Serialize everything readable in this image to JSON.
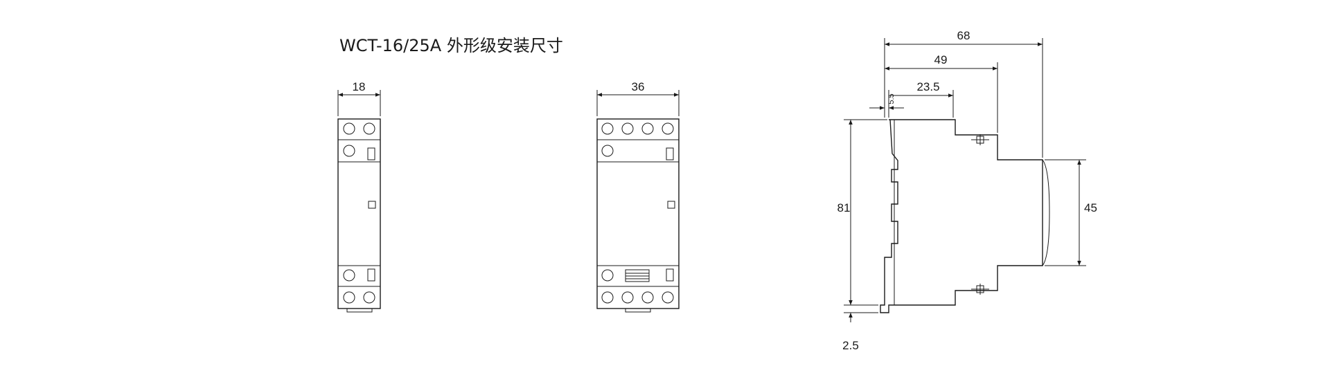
{
  "title": "WCT-16/25A 外形级安装尺寸",
  "dimensions": {
    "width_1p": "18",
    "width_2p": "36",
    "depth_total": "68",
    "depth_49": "49",
    "depth_23_5": "23.5",
    "offset_5_5": "5.5",
    "height_81": "81",
    "height_45": "45",
    "rail_2_5": "2.5"
  },
  "colors": {
    "line": "#1a1a1a",
    "background": "#ffffff"
  }
}
